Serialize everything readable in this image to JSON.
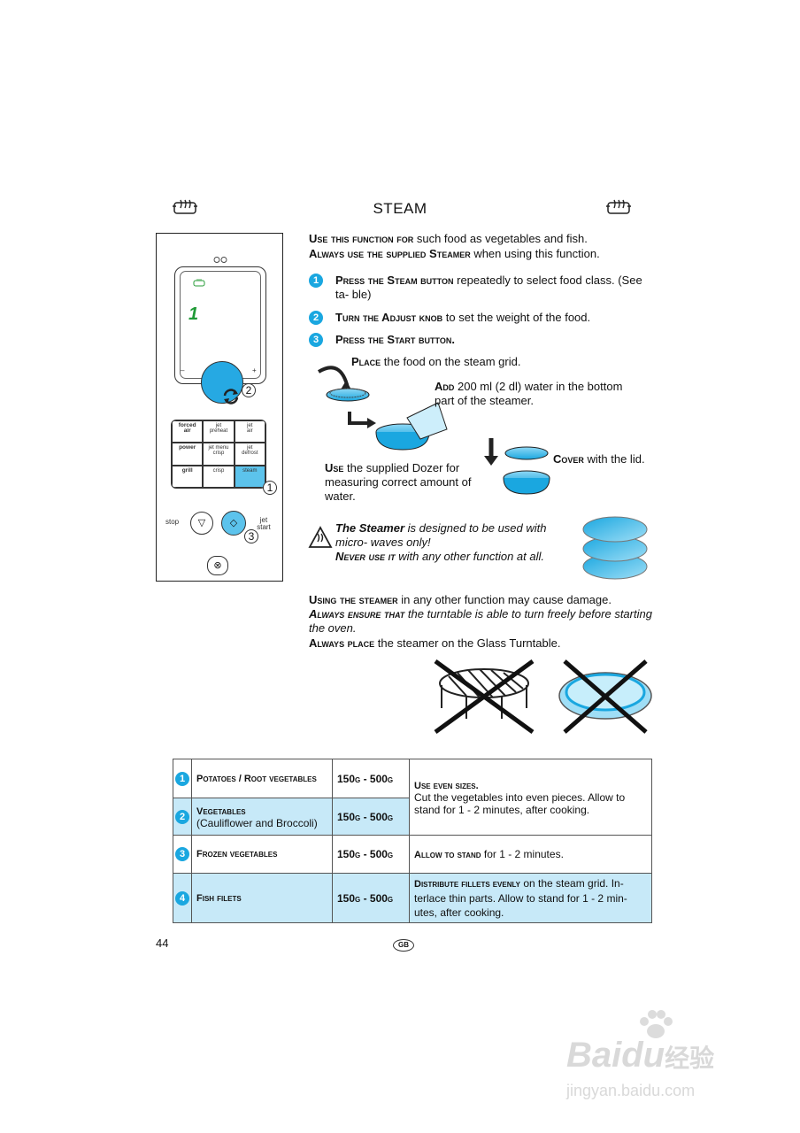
{
  "header": {
    "title": "STEAM",
    "left_icon": "steam-icon",
    "right_icon": "steam-icon"
  },
  "intro": [
    {
      "lead": "Use this function for",
      "rest": " such food as vegetables and fish."
    },
    {
      "lead": "Always use the supplied Steamer",
      "rest": " when using this function."
    }
  ],
  "steps": [
    {
      "n": "1",
      "lead": "Press the Steam button",
      "rest": " repeatedly to select food class. (See ta- ble)"
    },
    {
      "n": "2",
      "lead": "Turn the Adjust knob",
      "rest": " to set the weight of the food."
    },
    {
      "n": "3",
      "lead": "Press the Start button.",
      "rest": ""
    }
  ],
  "illustration": {
    "place": {
      "lead": "Place",
      "rest": " the food on the steam grid."
    },
    "add": {
      "lead": "Add",
      "rest": " 200 ml (2 dl) water in the bottom part of the steamer."
    },
    "use": {
      "lead": "Use",
      "rest": " the supplied Dozer for measuring correct amount of water."
    },
    "cover": {
      "lead": "Cover",
      "rest": " with the lid."
    }
  },
  "warning": {
    "line1_bold": "The Steamer",
    "line1_rest": " is designed to be used with micro- waves only!",
    "line2_lead": "Never use it",
    "line2_rest": " with any other function at all."
  },
  "notes": [
    {
      "lead": "Using the steamer",
      "rest": " in any other function may cause damage."
    },
    {
      "lead": "Always ensure that",
      "rest": " the turntable is able to turn freely before starting the oven."
    },
    {
      "lead": "Always place",
      "rest": " the steamer on the Glass Turntable."
    }
  ],
  "panel": {
    "display_digit": "1",
    "minus": "–",
    "plus": "+",
    "callout1": "1",
    "callout2": "2",
    "callout3": "3",
    "stop_label": "stop",
    "jet_start_label": "jet start",
    "buttons": [
      {
        "top": "forced",
        "bottom": "air",
        "bold": true
      },
      {
        "top": "jet",
        "bottom": "preheat",
        "bold": false
      },
      {
        "top": "jet",
        "bottom": "air",
        "bold": false
      },
      {
        "top": "power",
        "bottom": "",
        "bold": true
      },
      {
        "top": "jet menu",
        "bottom": "crisp",
        "bold": false
      },
      {
        "top": "jet",
        "bottom": "defrost",
        "bold": false
      },
      {
        "top": "grill",
        "bottom": "",
        "bold": true
      },
      {
        "top": "crisp",
        "bottom": "",
        "bold": false
      },
      {
        "top": "steam",
        "bottom": "",
        "bold": false
      }
    ]
  },
  "table": {
    "rows": [
      {
        "n": "1",
        "food": "Potatoes / Root vegetables",
        "food_sub": "",
        "weight": "150g - 500g"
      },
      {
        "n": "2",
        "food": "Vegetables",
        "food_sub": "(Cauliflower and Broccoli)",
        "weight": "150g - 500g"
      },
      {
        "n": "3",
        "food": "Frozen vegetables",
        "food_sub": "",
        "weight": "150g - 500g"
      },
      {
        "n": "4",
        "food": "Fish filets",
        "food_sub": "",
        "weight": "150g - 500g"
      }
    ],
    "hint12_lead": "Use even sizes.",
    "hint12_rest": "Cut the vegetables into even pieces. Allow to stand for 1 - 2 minutes, after cooking.",
    "hint3_lead": "Allow to stand",
    "hint3_rest": " for 1 - 2 minutes.",
    "hint4_lead": "Distribute fillets evenly",
    "hint4_rest": " on the steam grid. In- terlace thin parts. Allow to stand for 1 - 2 min- utes, after cooking."
  },
  "footer": {
    "page_number": "44",
    "lang_badge": "GB"
  },
  "watermark": {
    "brand": "Bai",
    "brand2": "du",
    "cn": "经验",
    "url": "jingyan.baidu.com"
  },
  "colors": {
    "accent": "#1aa7e0",
    "table_highlight": "#c7e9f8"
  }
}
